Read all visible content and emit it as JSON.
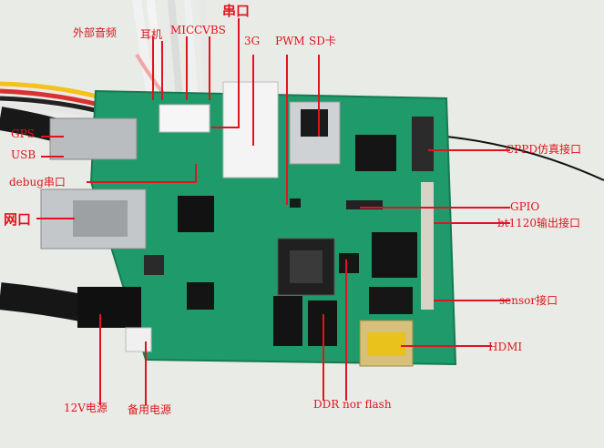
{
  "labels": {
    "external_audio": "外部音频",
    "earphone": "耳机",
    "mic": "MIC",
    "cvbs": "CVBS",
    "serial_top": "串口",
    "g3": "3G",
    "pwm": "PWM",
    "sd_card": "SD卡",
    "gps": "GPS",
    "usb": "USB",
    "debug_serial": "debug串口",
    "network": "网口",
    "cppd": "CPPD仿真接口",
    "gpio": "GPIO",
    "bt1120": "bt1120输出接口",
    "sensor": "sensor接口",
    "hdmi": "HDMI",
    "power_12v": "12V电源",
    "backup_power": "备用电源",
    "ddr": "DDR",
    "nor_flash": "nor flash"
  },
  "colors": {
    "board": "#1f9a6a",
    "label": "#e0141e",
    "background": "#e9ebe6"
  }
}
